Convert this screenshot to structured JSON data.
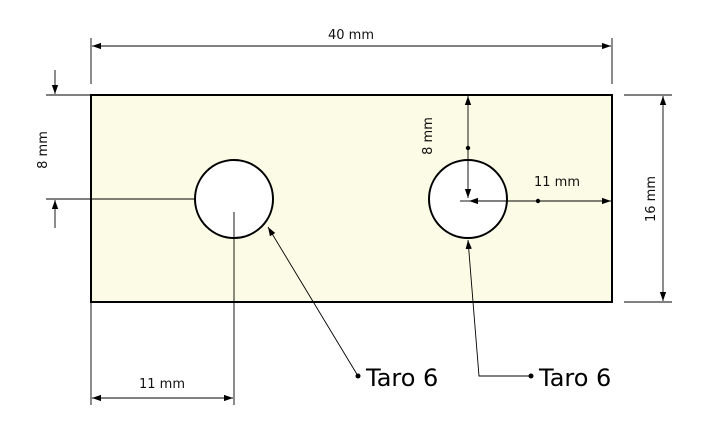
{
  "plate": {
    "fill": "#fbfbe6",
    "stroke": "#000000"
  },
  "dimensions": {
    "width": "40 mm",
    "height": "16 mm",
    "left_hole_x": "11 mm",
    "left_hole_y": "8 mm",
    "right_hole_y": "8 mm",
    "right_hole_x": "11 mm"
  },
  "callouts": {
    "left": "Taro 6",
    "right": "Taro 6"
  }
}
